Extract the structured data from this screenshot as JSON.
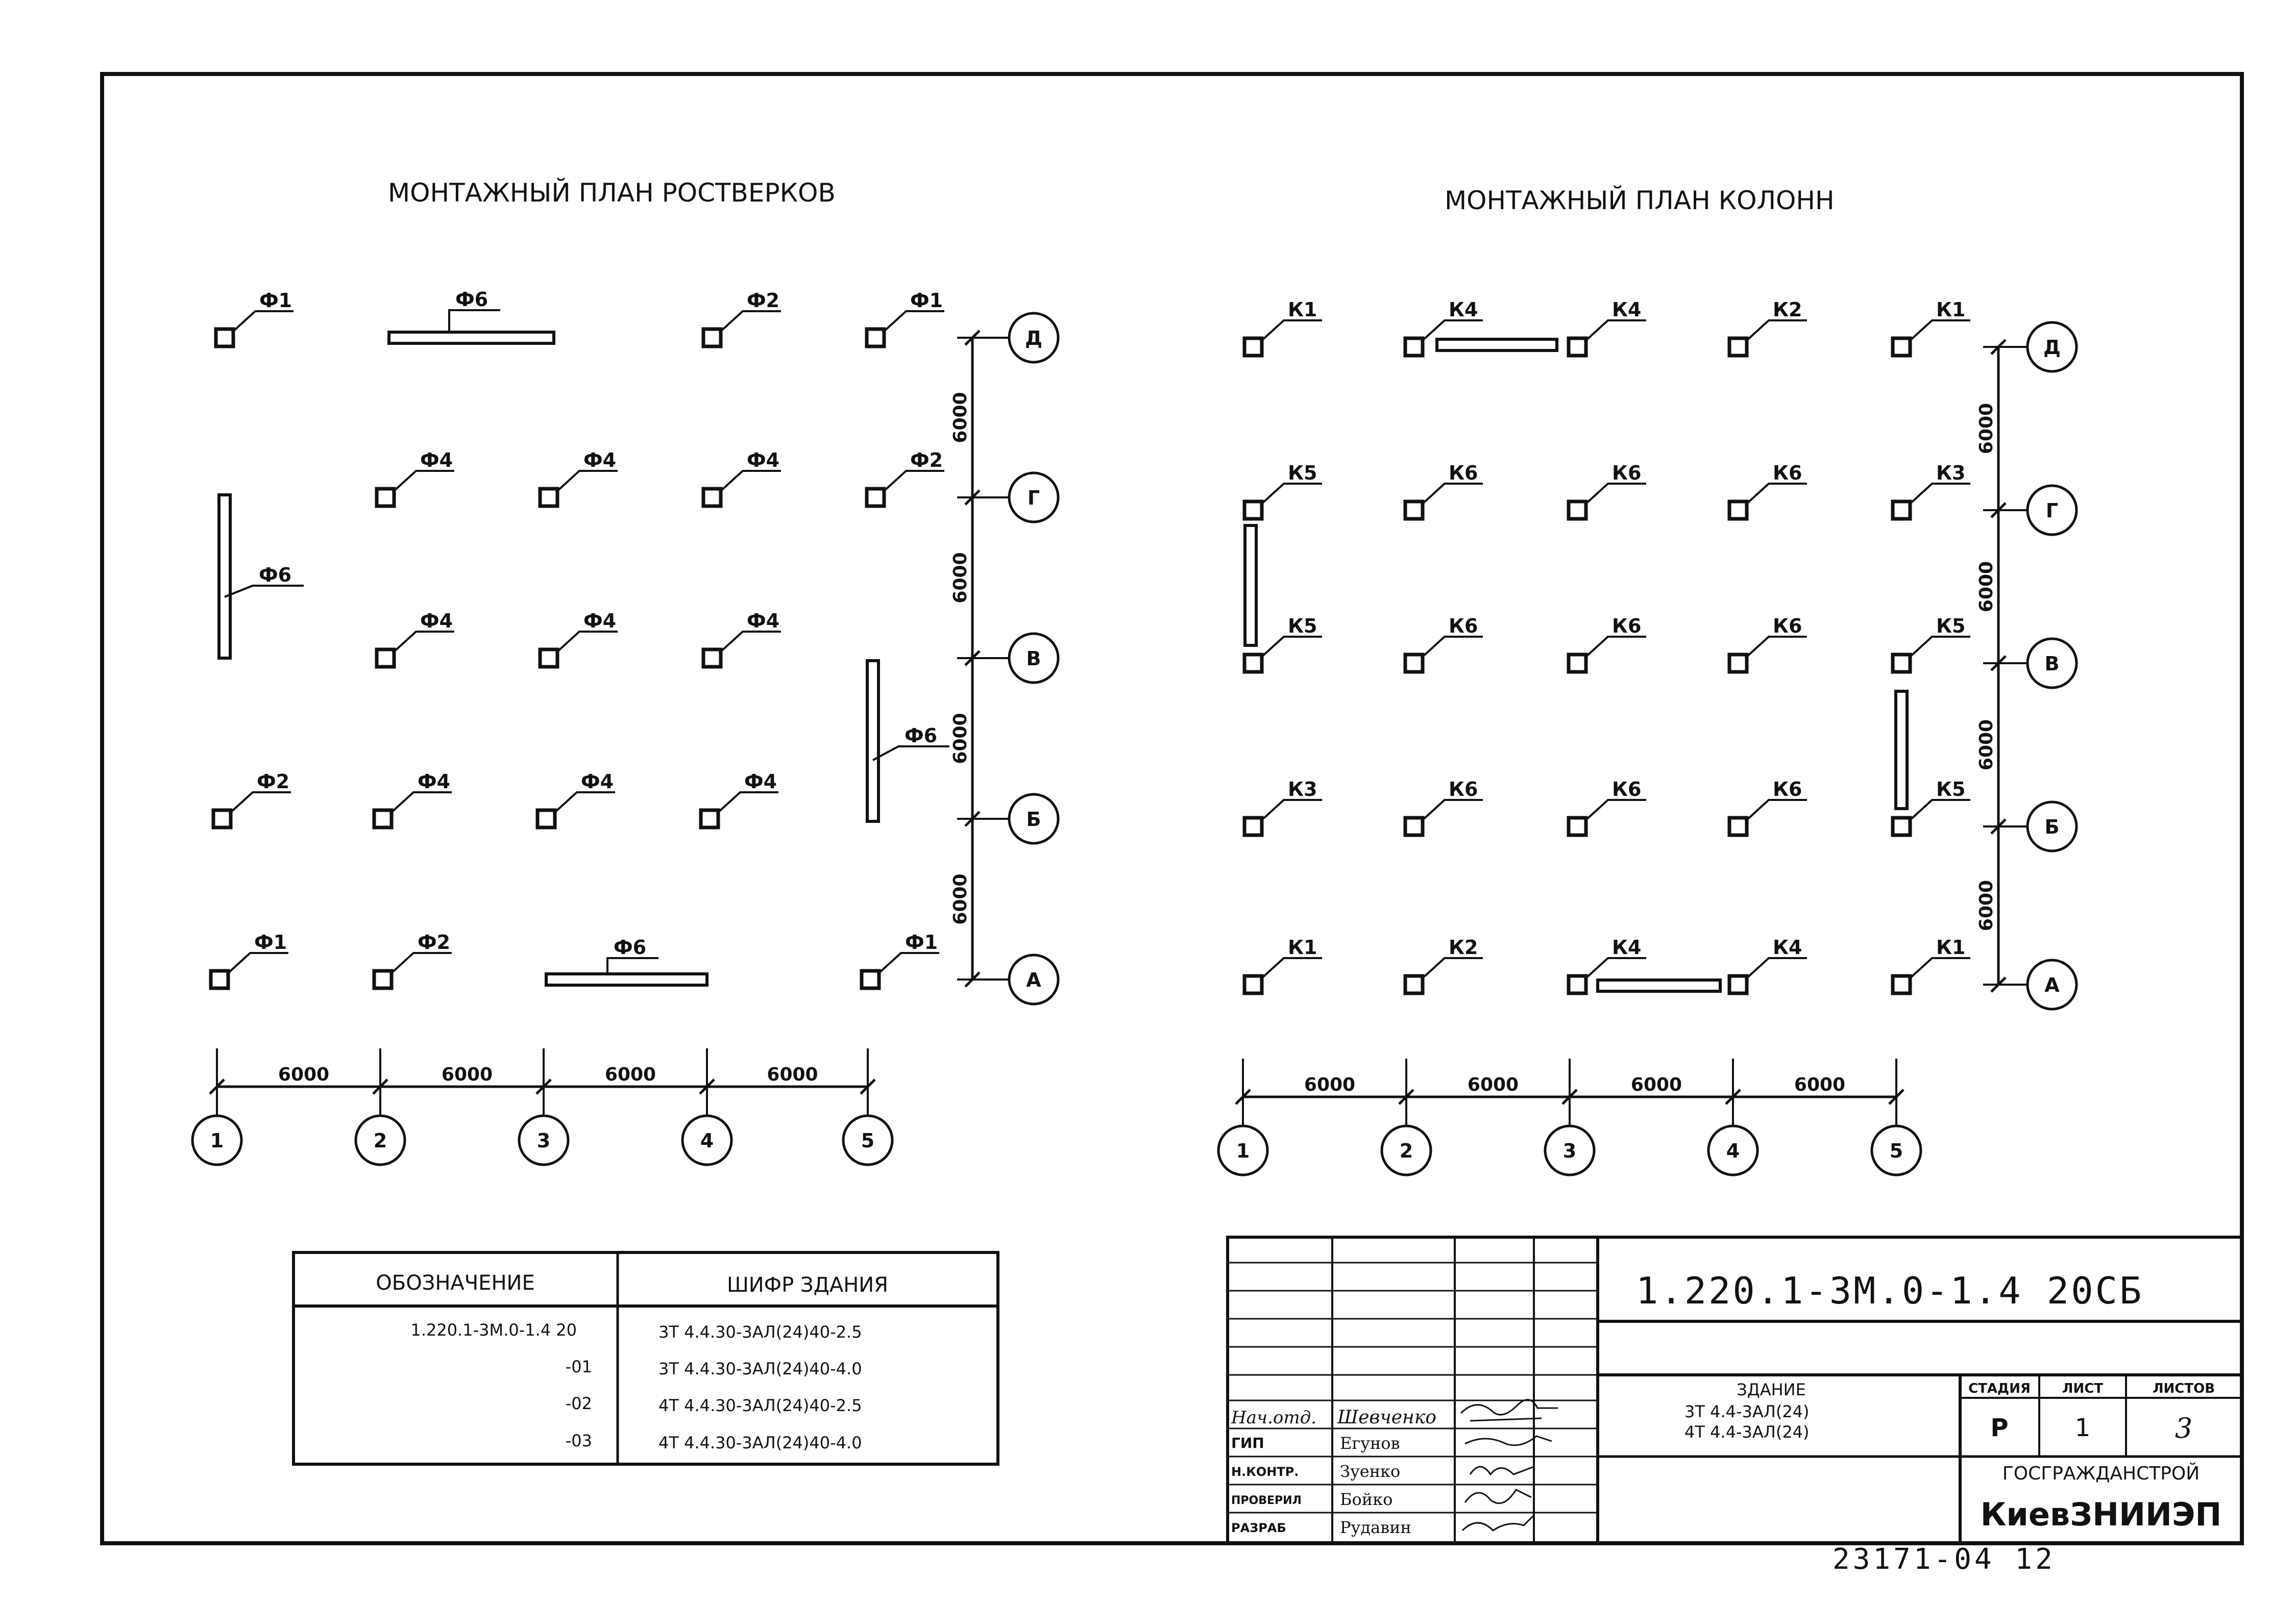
{
  "titles": {
    "left": "МОНТАЖНЫЙ ПЛАН РОСТВЕРКОВ",
    "right": "МОНТАЖНЫЙ ПЛАН КОЛОНН"
  },
  "axes": {
    "cols": [
      "1",
      "2",
      "3",
      "4",
      "5"
    ],
    "rows": [
      "Д",
      "Г",
      "В",
      "Б",
      "А"
    ],
    "spacing": "6000"
  },
  "left_plan": {
    "marks": [
      [
        "Ф1",
        "",
        "Ф2",
        "Ф1"
      ],
      [
        "",
        "Ф4",
        "Ф4",
        "Ф4",
        "Ф2"
      ],
      [
        "",
        "Ф4",
        "Ф4",
        "Ф4",
        ""
      ],
      [
        "Ф2",
        "Ф4",
        "Ф4",
        "Ф4",
        ""
      ],
      [
        "Ф1",
        "Ф2",
        "",
        "",
        "Ф1"
      ]
    ],
    "beam_label": "Ф6"
  },
  "right_plan": {
    "marks": [
      [
        "К1",
        "К4",
        "К4",
        "К2",
        "К1"
      ],
      [
        "К5",
        "К6",
        "К6",
        "К6",
        "К3"
      ],
      [
        "К5",
        "К6",
        "К6",
        "К6",
        "К5"
      ],
      [
        "К3",
        "К6",
        "К6",
        "К6",
        "К5"
      ],
      [
        "К1",
        "К2",
        "К4",
        "К4",
        "К1"
      ]
    ]
  },
  "spec_table": {
    "headers": [
      "ОБОЗНАЧЕНИЕ",
      "ШИФР ЗДАНИЯ"
    ],
    "rows": [
      [
        "1.220.1-3М.0-1.4 20",
        "3Т 4.4.30-3АЛ(24)40-2.5"
      ],
      [
        "-01",
        "3Т 4.4.30-3АЛ(24)40-4.0"
      ],
      [
        "-02",
        "4Т 4.4.30-3АЛ(24)40-2.5"
      ],
      [
        "-03",
        "4Т 4.4.30-3АЛ(24)40-4.0"
      ]
    ]
  },
  "title_block": {
    "code": "1.220.1-3М.0-1.4 20СБ",
    "roles": [
      {
        "role": "Нач.отд.",
        "name": "Шевченко"
      },
      {
        "role": "ГИП",
        "name": "Егунов"
      },
      {
        "role": "Н.КОНТР.",
        "name": "Зуенко"
      },
      {
        "role": "ПРОВЕРИЛ",
        "name": "Бойко"
      },
      {
        "role": "РАЗРАБ",
        "name": "Рудавин"
      }
    ],
    "building_label": "ЗДАНИЕ",
    "building_lines": [
      "3Т 4.4-3АЛ(24)",
      "4Т 4.4-3АЛ(24)"
    ],
    "stage_header": "СТАДИЯ",
    "sheet_header": "ЛИСТ",
    "sheets_header": "ЛИСТОВ",
    "stage": "Р",
    "sheet": "1",
    "sheets": "3",
    "org1": "ГОСГРАЖДАНСТРОЙ",
    "org2": "КиевЗНИИЭП"
  },
  "archive_number": "23171-04 12"
}
